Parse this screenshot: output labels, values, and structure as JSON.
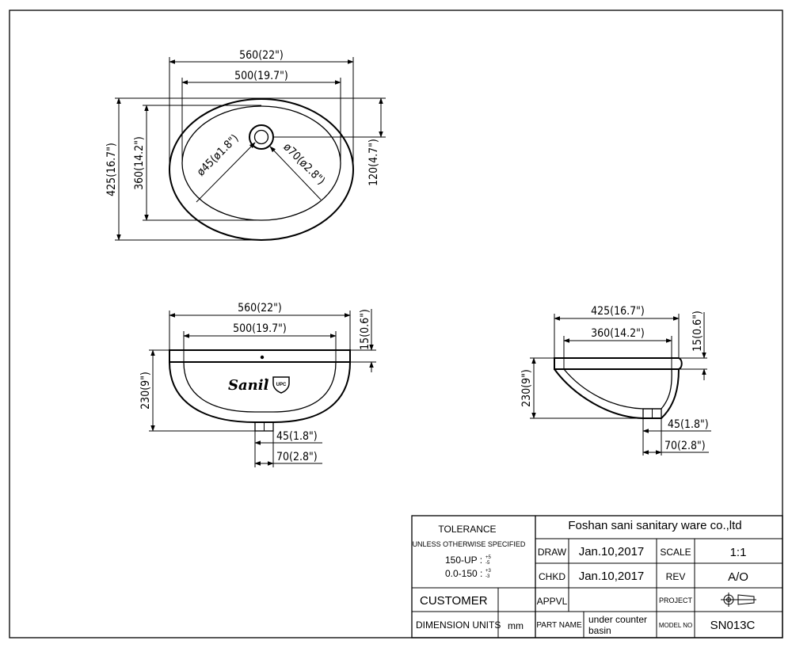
{
  "top_view": {
    "overall_width": "560(22\")",
    "inner_width": "500(19.7\")",
    "overall_depth": "425(16.7\")",
    "inner_depth": "360(14.2\")",
    "drain_offset": "120(4.7\")",
    "drain_small": "ø45(ø1.8\")",
    "drain_large": "ø70(ø2.8\")"
  },
  "front_view": {
    "overall_width": "560(22\")",
    "inner_width": "500(19.7\")",
    "rim_thickness": "15(0.6\")",
    "height": "230(9\")",
    "drain_small": "45(1.8\")",
    "drain_large": "70(2.8\")",
    "logo_text": "Sanil",
    "upc_mark": "UPC"
  },
  "side_view": {
    "overall_width": "425(16.7\")",
    "inner_width": "360(14.2\")",
    "rim_thickness": "15(0.6\")",
    "height": "230(9\")",
    "drain_small": "45(1.8\")",
    "drain_large": "70(2.8\")"
  },
  "title_block": {
    "tolerance_label": "TOLERANCE",
    "unless_label": "UNLESS OTHERWISE SPECIFIED",
    "tol_line1_range": "150-UP :",
    "tol_line1_plus": "+5",
    "tol_line1_minus": "-5",
    "tol_line2_range": "0.0-150 :",
    "tol_line2_plus": "+3",
    "tol_line2_minus": "-3",
    "company": "Foshan sani sanitary ware co.,ltd",
    "draw_label": "DRAW",
    "draw_date": "Jan.10,2017",
    "scale_label": "SCALE",
    "scale_value": "1:1",
    "chkd_label": "CHKD",
    "chkd_date": "Jan.10,2017",
    "rev_label": "REV",
    "rev_value": "A/O",
    "customer_label": "CUSTOMER",
    "customer_value": "",
    "appvl_label": "APPVL",
    "appvl_value": "",
    "project_label": "PROJECT",
    "project_icon": "third-angle-projection-icon",
    "dim_units_label": "DIMENSION UNITS",
    "dim_units_value": "mm",
    "part_name_label": "PART NAME",
    "part_name_line1": "under counter",
    "part_name_line2": "basin",
    "model_label": "MODEL NO",
    "model_value": "SN013C"
  }
}
